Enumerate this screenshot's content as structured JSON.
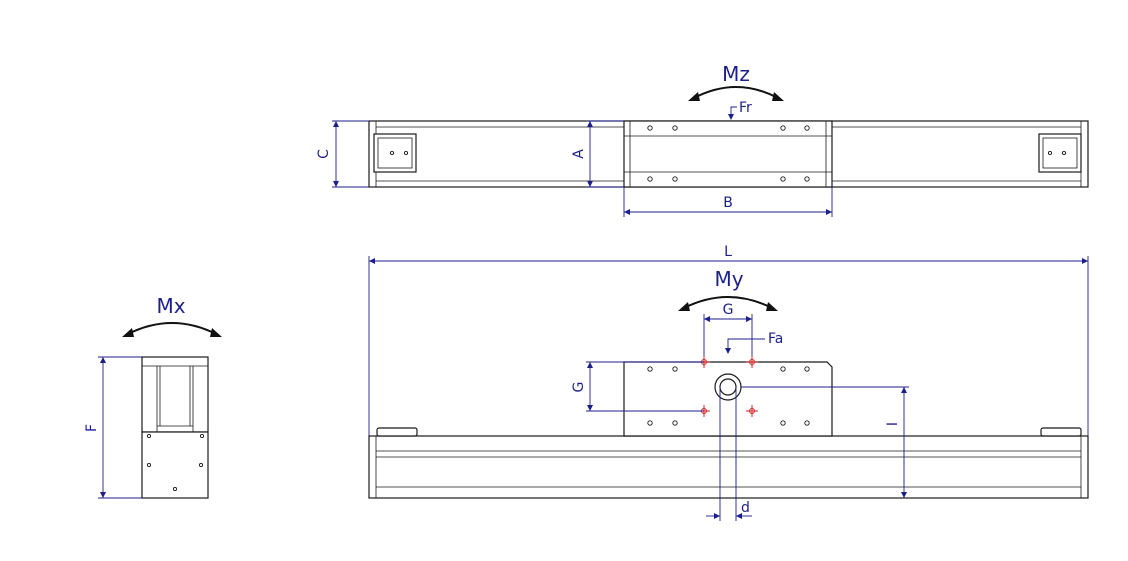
{
  "labels": {
    "mz": "Mz",
    "my": "My",
    "mx": "Mx",
    "fr": "Fr",
    "fa": "Fa",
    "a": "A",
    "b": "B",
    "c": "C",
    "l": "L",
    "g_horizontal": "G",
    "g_vertical": "G",
    "i": "I",
    "d": "d",
    "f": "F"
  },
  "colors": {
    "dimension": "#1c1f8a",
    "outline": "#1a1a1a",
    "marker": "#d42020"
  }
}
